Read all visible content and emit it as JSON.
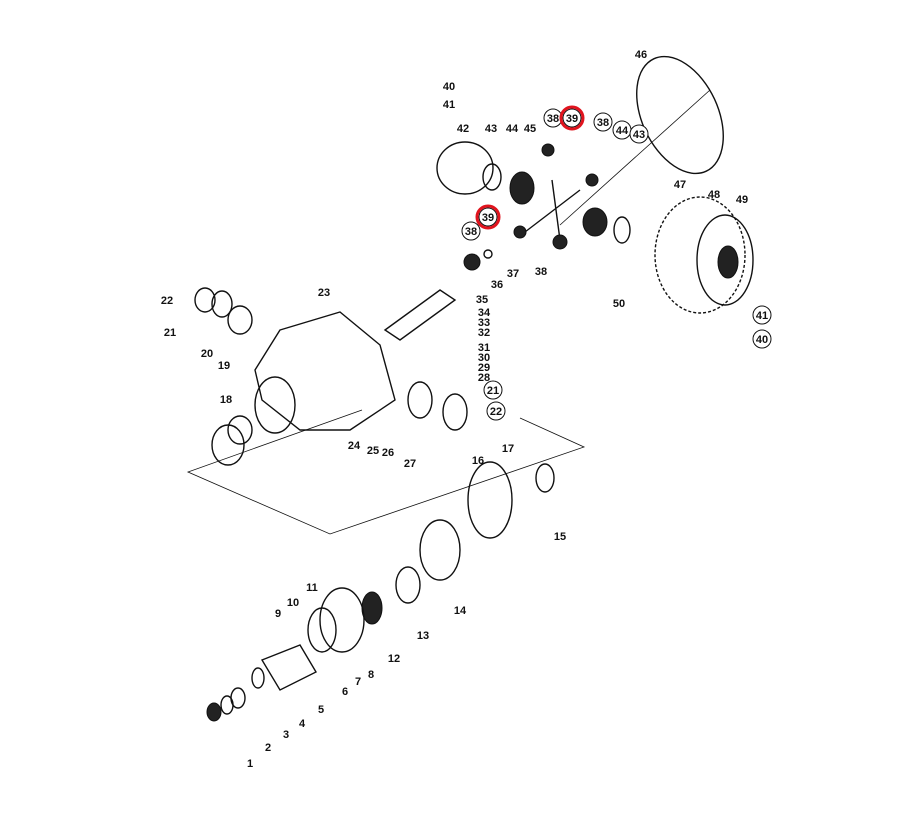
{
  "title": "Rear differential exploded parts diagram",
  "highlight_color": "#e0141e",
  "labels": [
    {
      "text": "40",
      "circled": false
    },
    {
      "text": "41",
      "circled": false
    },
    {
      "text": "42",
      "circled": false
    },
    {
      "text": "43",
      "circled": false
    },
    {
      "text": "44",
      "circled": false
    },
    {
      "text": "45",
      "circled": false
    },
    {
      "text": "38",
      "circled": true
    },
    {
      "text": "39",
      "circled": true,
      "highlighted": true
    },
    {
      "text": "38",
      "circled": true
    },
    {
      "text": "44",
      "circled": true
    },
    {
      "text": "43",
      "circled": true
    },
    {
      "text": "46",
      "circled": false
    },
    {
      "text": "47",
      "circled": false
    },
    {
      "text": "48",
      "circled": false
    },
    {
      "text": "49",
      "circled": false
    },
    {
      "text": "39",
      "circled": true,
      "highlighted": true
    },
    {
      "text": "38",
      "circled": true
    },
    {
      "text": "37",
      "circled": false
    },
    {
      "text": "36",
      "circled": false
    },
    {
      "text": "38",
      "circled": false
    },
    {
      "text": "50",
      "circled": false
    },
    {
      "text": "41",
      "circled": true
    },
    {
      "text": "40",
      "circled": true
    },
    {
      "text": "23",
      "circled": false
    },
    {
      "text": "22",
      "circled": false
    },
    {
      "text": "21",
      "circled": false
    },
    {
      "text": "20",
      "circled": false
    },
    {
      "text": "19",
      "circled": false
    },
    {
      "text": "35",
      "circled": false
    },
    {
      "text": "34",
      "circled": false
    },
    {
      "text": "33",
      "circled": false
    },
    {
      "text": "32",
      "circled": false
    },
    {
      "text": "31",
      "circled": false
    },
    {
      "text": "30",
      "circled": false
    },
    {
      "text": "29",
      "circled": false
    },
    {
      "text": "28",
      "circled": false
    },
    {
      "text": "21",
      "circled": true
    },
    {
      "text": "22",
      "circled": true
    },
    {
      "text": "18",
      "circled": false
    },
    {
      "text": "24",
      "circled": false
    },
    {
      "text": "25",
      "circled": false
    },
    {
      "text": "26",
      "circled": false
    },
    {
      "text": "27",
      "circled": false
    },
    {
      "text": "16",
      "circled": false
    },
    {
      "text": "17",
      "circled": false
    },
    {
      "text": "15",
      "circled": false
    },
    {
      "text": "14",
      "circled": false
    },
    {
      "text": "13",
      "circled": false
    },
    {
      "text": "12",
      "circled": false
    },
    {
      "text": "11",
      "circled": false
    },
    {
      "text": "10",
      "circled": false
    },
    {
      "text": "9",
      "circled": false
    },
    {
      "text": "8",
      "circled": false
    },
    {
      "text": "7",
      "circled": false
    },
    {
      "text": "6",
      "circled": false
    },
    {
      "text": "5",
      "circled": false
    },
    {
      "text": "4",
      "circled": false
    },
    {
      "text": "3",
      "circled": false
    },
    {
      "text": "2",
      "circled": false
    },
    {
      "text": "1",
      "circled": false
    }
  ]
}
